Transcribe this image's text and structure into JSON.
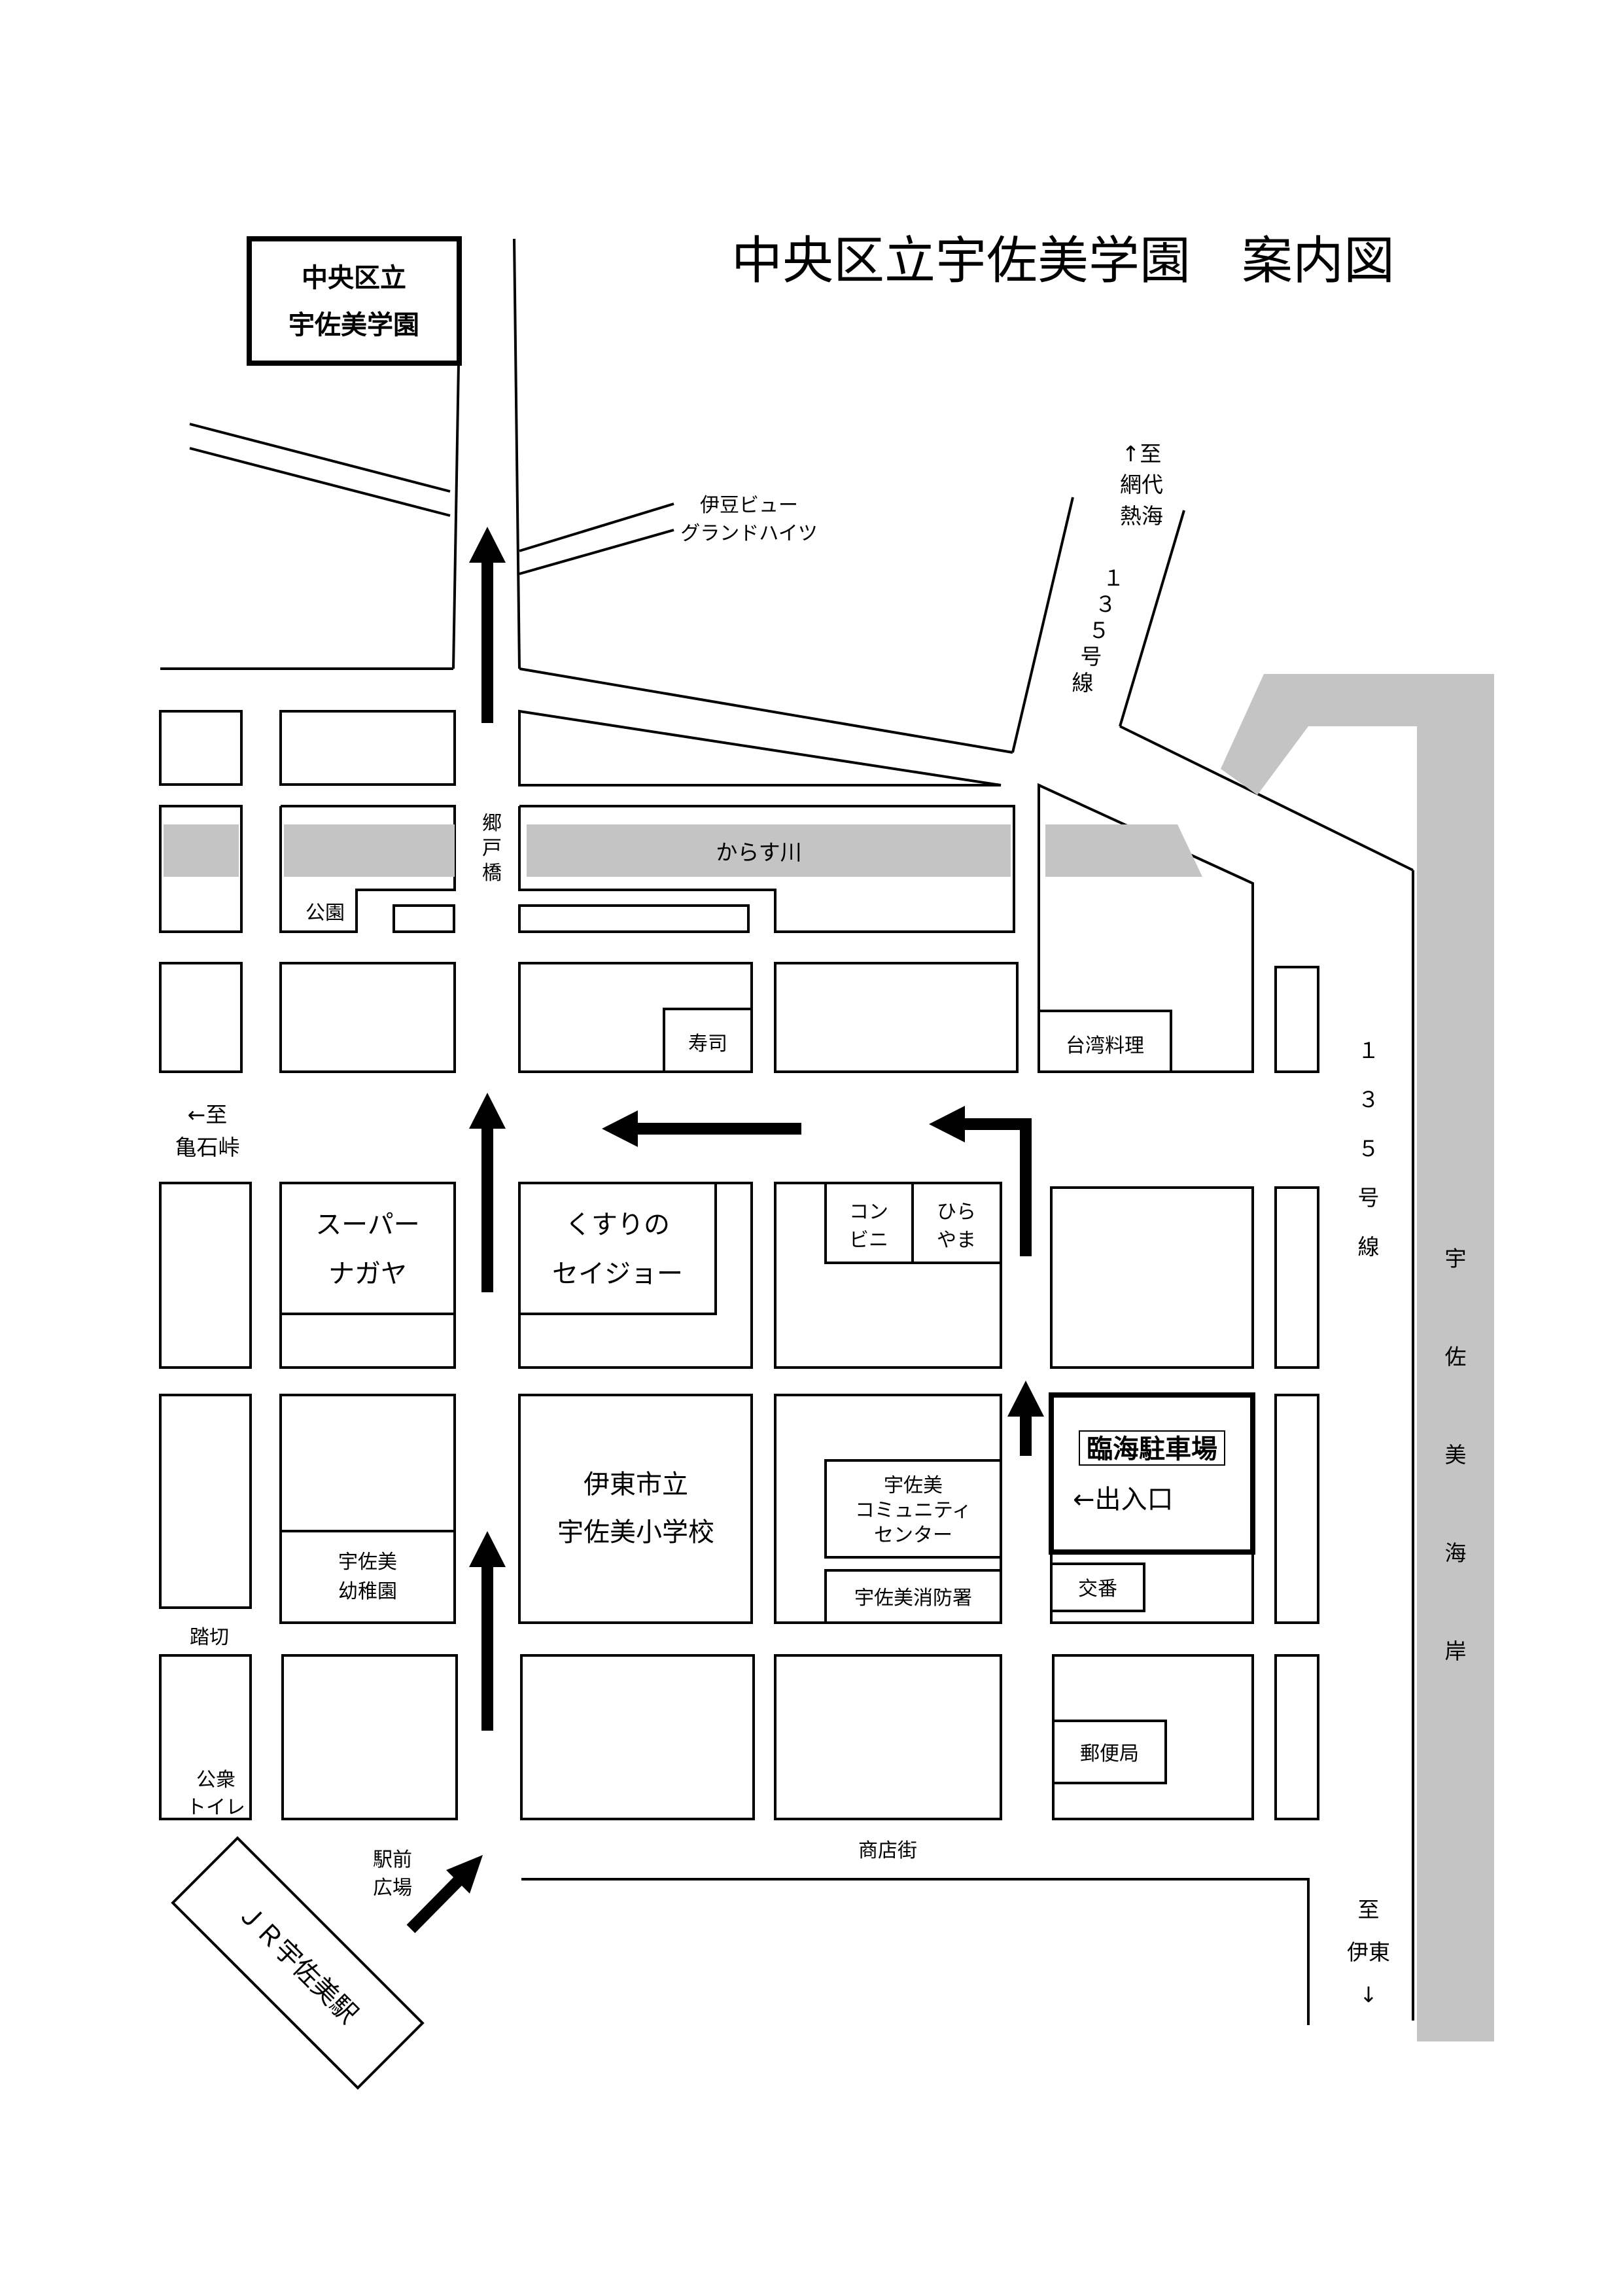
{
  "title": "中央区立宇佐美学園　案内図",
  "school_box": {
    "line1": "中央区立",
    "line2": "宇佐美学園"
  },
  "directions": {
    "north": [
      "↑至",
      "網代",
      "熱海"
    ],
    "west": [
      "←至",
      "亀石峠"
    ],
    "south": [
      "至",
      "伊東",
      "↓"
    ]
  },
  "route_135_diag": [
    "１",
    "３",
    "５",
    "号",
    "線"
  ],
  "route_135_vert": [
    "１",
    "３",
    "５",
    "号",
    "線"
  ],
  "sea_coast": [
    "宇",
    "佐",
    "美",
    "海",
    "岸"
  ],
  "bridge": [
    "郷",
    "戸",
    "橋"
  ],
  "river": "からす川",
  "labels": {
    "izu_view": [
      "伊豆ビュー",
      "グランドハイツ"
    ],
    "park": "公園",
    "sushi": "寿司",
    "taiwan": "台湾料理",
    "super": [
      "スーパー",
      "ナガヤ"
    ],
    "pharmacy": [
      "くすりの",
      "セイジョー"
    ],
    "konbini": [
      "コン",
      "ビニ"
    ],
    "hirayama": [
      "ひら",
      "やま"
    ],
    "elementary": [
      "伊東市立",
      "宇佐美小学校"
    ],
    "community": [
      "宇佐美",
      "コミュニティ",
      "センター"
    ],
    "fire": "宇佐美消防署",
    "kindergarten": [
      "宇佐美",
      "幼稚園"
    ],
    "parking": "臨海駐車場",
    "entrance": "←出入口",
    "koban": "交番",
    "post": "郵便局",
    "crossing": "踏切",
    "toilet": [
      "公衆",
      "トイレ"
    ],
    "station_plaza": [
      "駅前",
      "広場"
    ],
    "station": "ＪＲ宇佐美駅",
    "shopping": "商店街"
  }
}
